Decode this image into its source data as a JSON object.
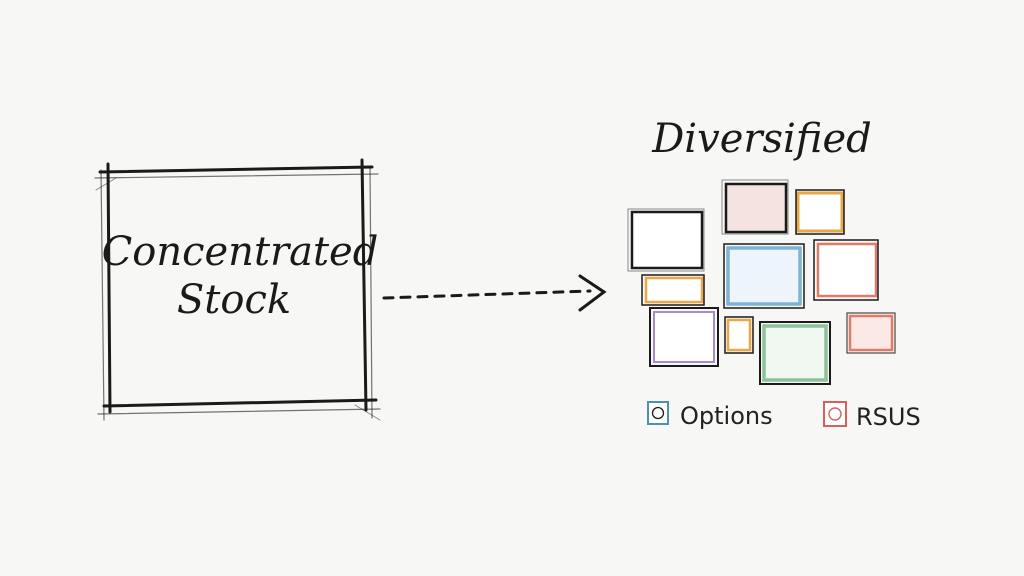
{
  "left_box": {
    "line1": "Concentrated",
    "line2": "Stock"
  },
  "right_group": {
    "title": "Diversified"
  },
  "legend": [
    {
      "label": "Options",
      "icon": "options-icon",
      "color": "#4f8fb0"
    },
    {
      "label": "RSUS",
      "icon": "rsus-icon",
      "color": "#d9605a"
    }
  ],
  "colors": {
    "ink": "#1a1a1a",
    "blue": "#7fb3d6",
    "orange": "#e8a847",
    "red": "#e07a6a",
    "green": "#8fc29a",
    "purple": "#a88bc9"
  }
}
